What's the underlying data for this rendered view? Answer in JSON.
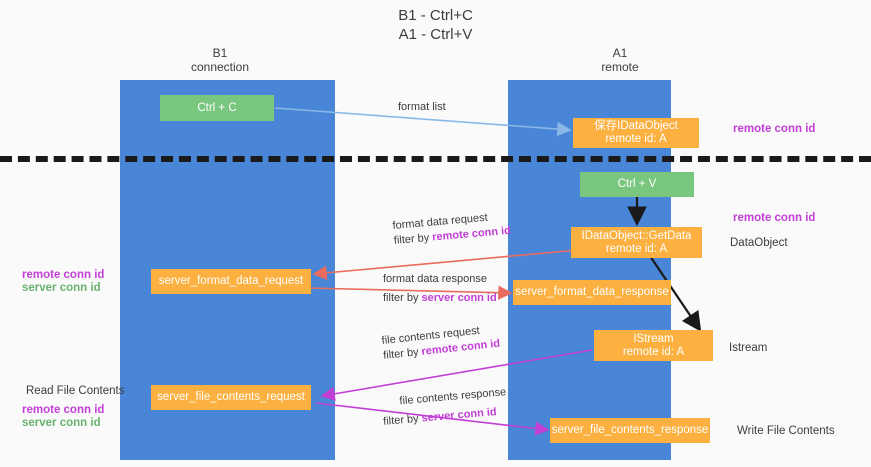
{
  "title": {
    "line1": "B1 - Ctrl+C",
    "line2": "A1 - Ctrl+V"
  },
  "columns": [
    {
      "id": "b1",
      "name": "B1",
      "role": "connection",
      "color": "#4a86d8"
    },
    {
      "id": "a1",
      "name": "A1",
      "role": "remote",
      "color": "#4a86d8"
    }
  ],
  "boxes": {
    "ctrl_c": {
      "label": "Ctrl + C",
      "color": "#79c67f"
    },
    "ctrl_v": {
      "label": "Ctrl + V",
      "color": "#79c67f"
    },
    "idataobject": {
      "line1": "保存IDataObject",
      "line2": "remote id: A",
      "color": "#fbb040"
    },
    "getdata": {
      "line1": "IDataObject::GetData",
      "line2": "remote id: A",
      "color": "#fbb040"
    },
    "istream": {
      "line1": "IStream",
      "line2": "remote id: A",
      "color": "#fbb040"
    },
    "server_format_data_request": {
      "label": "server_format_data_request",
      "color": "#fbb040"
    },
    "server_format_data_response": {
      "label": "server_format_data_response",
      "color": "#fbb040"
    },
    "server_file_contents_request": {
      "label": "server_file_contents_request",
      "color": "#fbb040"
    },
    "server_file_contents_response": {
      "label": "server_file_contents_response",
      "color": "#fbb040"
    }
  },
  "edges": {
    "format_list": {
      "label": "format list",
      "color": "#8ab9e8"
    },
    "format_data_request": {
      "label": "format data request",
      "filter_prefix": "filter by ",
      "filter_key": "remote conn id",
      "color": "#ea6c5e"
    },
    "format_data_response": {
      "label": "format data response",
      "filter_prefix": "filter by ",
      "filter_key": "server conn id",
      "color": "#ea6c5e"
    },
    "file_contents_request": {
      "label": "file contents request",
      "filter_prefix": "filter by ",
      "filter_key": "remote conn id",
      "color": "#c23fd6"
    },
    "file_contents_response": {
      "label": "file contents response",
      "filter_prefix": "filter by ",
      "filter_key": "server conn id",
      "color": "#c23fd6"
    }
  },
  "annotations": {
    "right_remote_conn_id_top": "remote conn id",
    "right_remote_conn_id_mid": "remote conn id",
    "right_dataobject": "DataObject",
    "right_istream": "Istream",
    "right_write_file_contents": "Write File Contents",
    "left_remote_conn_id_mid": "remote conn id",
    "left_server_conn_id_mid": "server conn id",
    "left_read_file_contents": "Read File Contents",
    "left_remote_conn_id_bottom": "remote conn id",
    "left_server_conn_id_bottom": "server conn id"
  },
  "colors": {
    "column": "#4a86d8",
    "box_orange": "#fbb040",
    "box_green": "#79c67f",
    "purple": "#c23fd6",
    "green_text": "#69b36e",
    "red_arrow": "#ea6c5e",
    "blue_arrow": "#8ab9e8",
    "magenta_arrow": "#c23fd6",
    "divider": "#1a1a1a",
    "background": "#fafafa"
  }
}
